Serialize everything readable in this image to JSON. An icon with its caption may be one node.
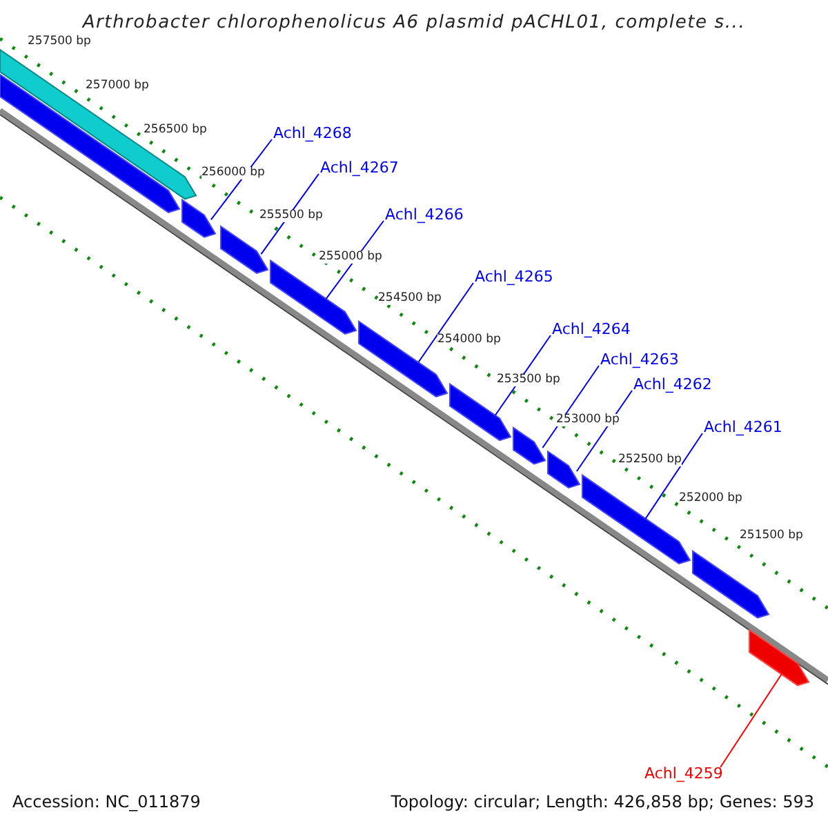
{
  "diagram": {
    "title": "Arthrobacter chlorophenolicus A6 plasmid pACHL01, complete s...",
    "nodes": [
      {
        "text": [
          "Achl_4268"
        ]
      },
      {
        "text": [
          "Achl_4267"
        ]
      },
      {
        "text": [
          "Achl_4266"
        ]
      },
      {
        "text": [
          "Achl_4265"
        ]
      },
      {
        "text": [
          "Achl_4264"
        ]
      },
      {
        "text": [
          "Achl_4263"
        ]
      },
      {
        "text": [
          "Achl_4262"
        ]
      },
      {
        "text": [
          "Achl_4261"
        ]
      },
      {
        "text": [
          "Achl_4259"
        ]
      },
      {
        "text": [],
        "shape": "bar"
      },
      {
        "text": [],
        "shape": "bar"
      },
      {
        "text": [],
        "shape": "bar"
      },
      {
        "text": [],
        "shape": "bar"
      },
      {
        "text": [],
        "shape": "bar"
      },
      {
        "text": [],
        "shape": "bar"
      },
      {
        "text": [],
        "shape": "bar"
      },
      {
        "text": [],
        "shape": "bar"
      },
      {
        "text": [],
        "shape": "bar"
      },
      {
        "text": [],
        "shape": "bar"
      },
      {
        "text": [],
        "shape": "bar"
      },
      {
        "text": [],
        "shape": "bar"
      }
    ],
    "edges": [
      {
        "from": 0,
        "to": 11,
        "arrow": "none"
      },
      {
        "from": 1,
        "to": 12,
        "arrow": "none"
      },
      {
        "from": 2,
        "to": 13,
        "arrow": "none"
      },
      {
        "from": 3,
        "to": 14,
        "arrow": "none"
      },
      {
        "from": 4,
        "to": 15,
        "arrow": "none"
      },
      {
        "from": 5,
        "to": 16,
        "arrow": "none"
      },
      {
        "from": 6,
        "to": 17,
        "arrow": "none"
      },
      {
        "from": 7,
        "to": 18,
        "arrow": "none"
      },
      {
        "from": 8,
        "to": 20,
        "arrow": "none",
        "color": "#ff0000"
      }
    ],
    "labels": [
      "257500 bp",
      "257000 bp",
      "256500 bp",
      "256000 bp",
      "255500 bp",
      "255000 bp",
      "254500 bp",
      "254000 bp",
      "253500 bp",
      "253000 bp",
      "252500 bp",
      "252000 bp",
      "251500 bp",
      "Accession: NC_011879",
      "Topology: circular; Length: 426,858 bp; Genes: 593"
    ]
  }
}
